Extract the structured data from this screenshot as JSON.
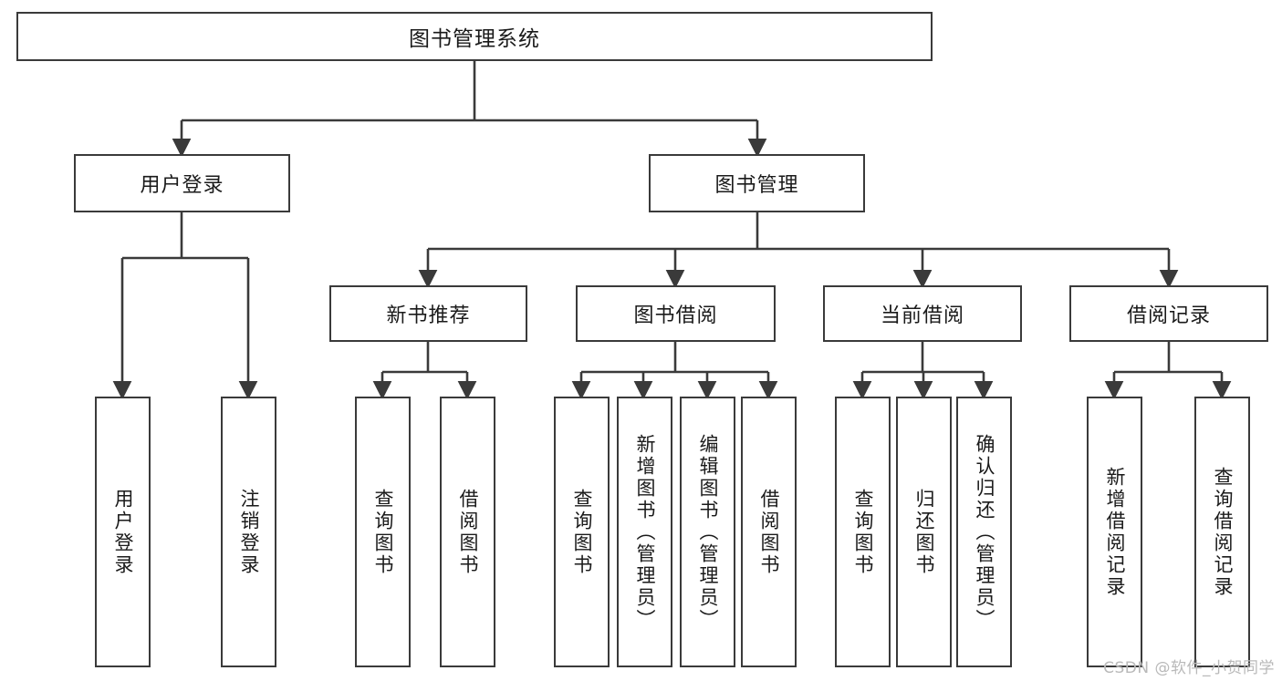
{
  "diagram": {
    "title": "图书管理系统",
    "watermark": "CSDN @软件_小贺同学",
    "colors": {
      "stroke": "#3a3a3a",
      "background": "#ffffff",
      "text": "#1a1a1a",
      "watermark": "#b9b9b9"
    },
    "levels": {
      "root": {
        "label": "图书管理系统"
      },
      "level2": [
        {
          "label": "用户登录"
        },
        {
          "label": "图书管理"
        }
      ],
      "level3": [
        {
          "label": "新书推荐"
        },
        {
          "label": "图书借阅"
        },
        {
          "label": "当前借阅"
        },
        {
          "label": "借阅记录"
        }
      ],
      "leaves": {
        "user_login": [
          {
            "label": "用户登录"
          },
          {
            "label": "注销登录"
          }
        ],
        "new_book_recommend": [
          {
            "label": "查询图书"
          },
          {
            "label": "借阅图书"
          }
        ],
        "book_borrow": [
          {
            "label": "查询图书"
          },
          {
            "label": "新增图书（管理员）"
          },
          {
            "label": "编辑图书（管理员）"
          },
          {
            "label": "借阅图书"
          }
        ],
        "current_borrow": [
          {
            "label": "查询图书"
          },
          {
            "label": "归还图书"
          },
          {
            "label": "确认归还（管理员）"
          }
        ],
        "borrow_records": [
          {
            "label": "新增借阅记录"
          },
          {
            "label": "查询借阅记录"
          }
        ]
      }
    }
  }
}
